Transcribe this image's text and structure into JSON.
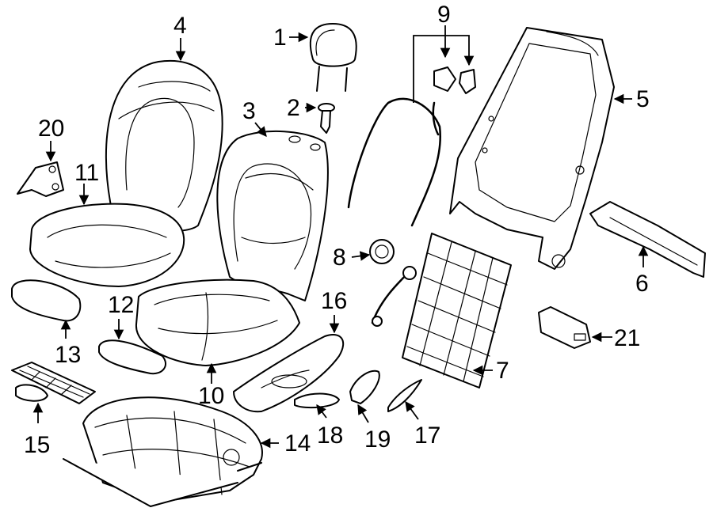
{
  "callouts": {
    "c1": "1",
    "c2": "2",
    "c3": "3",
    "c4": "4",
    "c5": "5",
    "c6": "6",
    "c7": "7",
    "c8": "8",
    "c9": "9",
    "c10": "10",
    "c11": "11",
    "c12": "12",
    "c13": "13",
    "c14": "14",
    "c15": "15",
    "c16": "16",
    "c17": "17",
    "c18": "18",
    "c19": "19",
    "c20": "20",
    "c21": "21"
  },
  "colors": {
    "line": "#000000",
    "background": "#ffffff"
  }
}
